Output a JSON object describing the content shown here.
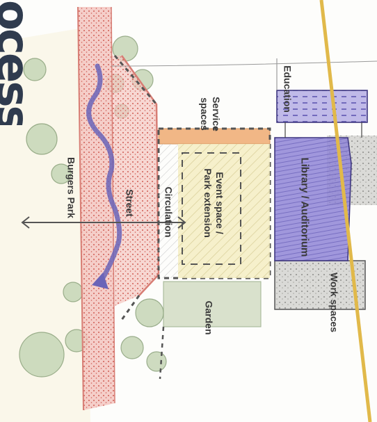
{
  "title_fragment": "ocess",
  "labels": {
    "education": "Education",
    "service_line1": "Service",
    "service_line2": "spaces",
    "library": "Library / Auditorium",
    "event_line1": "Event space /",
    "event_line2": "Park extension",
    "circulation": "Circulation",
    "street": "Street",
    "burgers_park": "Burgers Park",
    "work_spaces": "Work spaces",
    "garden": "Garden"
  },
  "colors": {
    "street_fill": "#f3c6c0",
    "street_dots": "#cf5d55",
    "path": "#6a64b8",
    "library": "#8f85d6",
    "service": "#f0b07a",
    "event": "#f4edc2",
    "boundary": "#e1b94a",
    "trees": "#c9d8ba",
    "gravel": "#d6d6d3"
  }
}
